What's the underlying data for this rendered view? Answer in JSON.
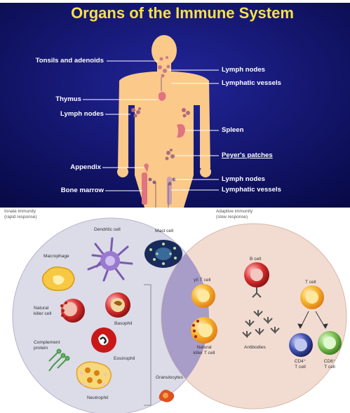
{
  "top_panel": {
    "title": "Organs of the Immune System",
    "labels_left": [
      "Tonsils and adenoids",
      "Thymus",
      "Lymph nodes",
      "Appendix",
      "Bone marrow"
    ],
    "labels_right": [
      "Lymph nodes",
      "Lymphatic vessels",
      "Spleen",
      "Peyer's patches",
      "Lymph nodes",
      "Lymphatic vessels"
    ],
    "colors": {
      "background": "#10125c",
      "title": "#f7e04a",
      "body": "#fbc98a",
      "organ": "#e07480"
    }
  },
  "bottom_panel": {
    "innate_caption": [
      "Innate immunity",
      "(rapid response)"
    ],
    "adaptive_caption": [
      "Adaptive immunity",
      "(slow response)"
    ],
    "innate_cells": {
      "dendritic": "Dendritic cell",
      "mast": "Mast cell",
      "macrophage": "Macrophage",
      "nk": [
        "Natural",
        "killer cell"
      ],
      "basophil": "Basophil",
      "complement": [
        "Complement",
        "protein"
      ],
      "eosinophil": "Eosinophil",
      "neutrophil": "Neutrophil",
      "granulocytes": "Granulocytes"
    },
    "shared_cells": {
      "gd_t": "γδ T cell",
      "nkt": [
        "Natural",
        "killer T cell"
      ]
    },
    "adaptive_cells": {
      "b_cell": "B cell",
      "antibodies": "Antibodies",
      "t_cell": "T cell",
      "cd4": [
        "CD4⁺",
        "T cell"
      ],
      "cd8": [
        "CD8⁺",
        "T cell"
      ]
    },
    "colors": {
      "innate": "#dcdbe8",
      "adaptive": "#f2dcd2",
      "overlap": "#a89cc8"
    }
  }
}
